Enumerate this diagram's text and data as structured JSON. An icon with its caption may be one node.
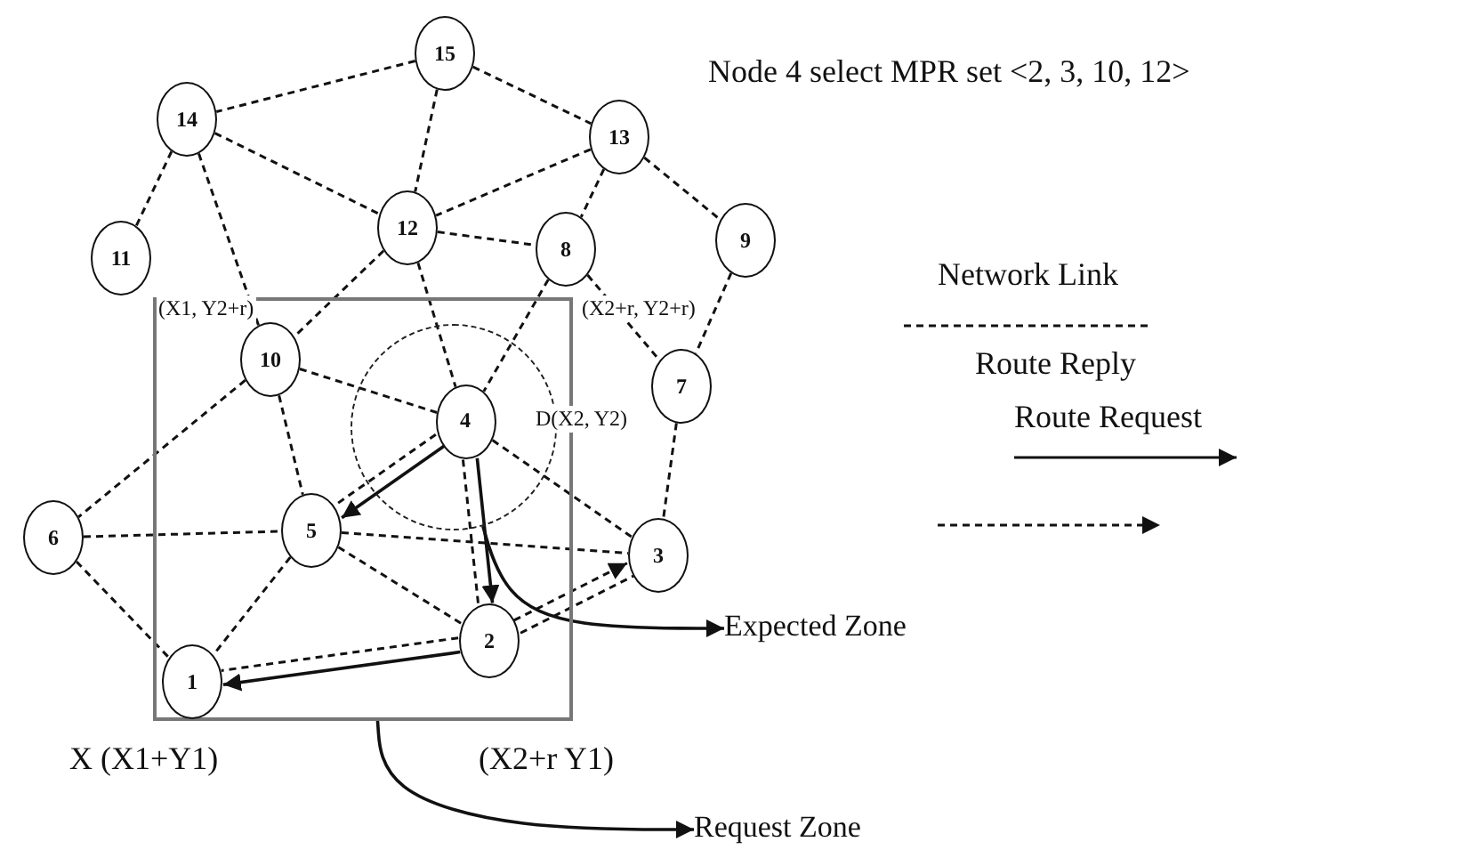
{
  "diagram": {
    "title": "Node 4 select MPR set <2, 3, 10, 12>",
    "nodes": [
      {
        "text": [
          "15"
        ]
      },
      {
        "text": [
          "14"
        ]
      },
      {
        "text": [
          "13"
        ]
      },
      {
        "text": [
          "12"
        ]
      },
      {
        "text": [
          "8"
        ]
      },
      {
        "text": [
          "9"
        ]
      },
      {
        "text": [
          "11"
        ]
      },
      {
        "text": [],
        "shape": "box"
      },
      {
        "text": [
          "10"
        ],
        "in": 7
      },
      {
        "text": [
          "7"
        ]
      },
      {
        "text": [],
        "shape": "circle",
        "in": 7
      },
      {
        "text": [
          "4"
        ],
        "in": 10
      },
      {
        "text": [
          "6"
        ]
      },
      {
        "text": [
          "5"
        ],
        "in": 7
      },
      {
        "text": [
          "3"
        ]
      },
      {
        "text": [
          "2"
        ],
        "in": 7
      },
      {
        "text": [
          "1"
        ],
        "in": 7
      },
      {
        "text": [
          "Expected Zone"
        ]
      },
      {
        "text": [
          "Request Zone"
        ]
      }
    ],
    "edges": [
      {
        "from": 0,
        "to": 1,
        "arrow": "none",
        "style": "dashed"
      },
      {
        "from": 0,
        "to": 2,
        "arrow": "none",
        "style": "dashed"
      },
      {
        "from": 0,
        "to": 3,
        "arrow": "none",
        "style": "dashed"
      },
      {
        "from": 1,
        "to": 6,
        "arrow": "none",
        "style": "dashed"
      },
      {
        "from": 1,
        "to": 8,
        "arrow": "none",
        "style": "dashed"
      },
      {
        "from": 1,
        "to": 3,
        "arrow": "none",
        "style": "dashed"
      },
      {
        "from": 2,
        "to": 3,
        "arrow": "none",
        "style": "dashed"
      },
      {
        "from": 2,
        "to": 4,
        "arrow": "none",
        "style": "dashed"
      },
      {
        "from": 2,
        "to": 5,
        "arrow": "none",
        "style": "dashed"
      },
      {
        "from": 3,
        "to": 8,
        "arrow": "none",
        "style": "dashed"
      },
      {
        "from": 3,
        "to": 4,
        "arrow": "none",
        "style": "dashed"
      },
      {
        "from": 3,
        "to": 11,
        "arrow": "none",
        "style": "dashed"
      },
      {
        "from": 4,
        "to": 11,
        "arrow": "none",
        "style": "dashed"
      },
      {
        "from": 4,
        "to": 9,
        "arrow": "none",
        "style": "dashed"
      },
      {
        "from": 5,
        "to": 9,
        "arrow": "none",
        "style": "dashed"
      },
      {
        "from": 8,
        "to": 12,
        "arrow": "none",
        "style": "dashed"
      },
      {
        "from": 8,
        "to": 13,
        "arrow": "none",
        "style": "dashed"
      },
      {
        "from": 8,
        "to": 11,
        "arrow": "none",
        "style": "dashed"
      },
      {
        "from": 9,
        "to": 14,
        "arrow": "none",
        "style": "dashed"
      },
      {
        "from": 11,
        "to": 14,
        "arrow": "none",
        "style": "dashed"
      },
      {
        "from": 12,
        "to": 13,
        "arrow": "none",
        "style": "dashed"
      },
      {
        "from": 12,
        "to": 16,
        "arrow": "none",
        "style": "dashed"
      },
      {
        "from": 13,
        "to": 16,
        "arrow": "none",
        "style": "dashed"
      },
      {
        "from": 13,
        "to": 15,
        "arrow": "none",
        "style": "dashed"
      },
      {
        "from": 13,
        "to": 14,
        "arrow": "none",
        "style": "dashed"
      },
      {
        "from": 11,
        "to": 15,
        "arrow": "none",
        "style": "dashed"
      },
      {
        "from": 11,
        "to": 15,
        "arrow": "to"
      },
      {
        "from": 11,
        "to": 13,
        "arrow": "none",
        "style": "dashed"
      },
      {
        "from": 11,
        "to": 13,
        "arrow": "to"
      },
      {
        "from": 15,
        "to": 16,
        "arrow": "none",
        "style": "dashed"
      },
      {
        "from": 15,
        "to": 16,
        "arrow": "to"
      },
      {
        "from": 15,
        "to": 14,
        "arrow": "to",
        "style": "dashed"
      },
      {
        "from": 15,
        "to": 14,
        "arrow": "none",
        "style": "dashed"
      },
      {
        "from": 10,
        "to": 17,
        "arrow": "to"
      },
      {
        "from": 7,
        "to": 18,
        "arrow": "to"
      }
    ],
    "labels": [
      "(X1, Y2+r)",
      "(X2+r, Y2+r)",
      "D(X2, Y2)",
      "X (X1+Y1)",
      "(X2+r Y1)"
    ],
    "legend": [
      {
        "text": "Network Link"
      },
      {
        "text": "Route Reply"
      },
      {
        "text": "Route Request"
      }
    ]
  }
}
